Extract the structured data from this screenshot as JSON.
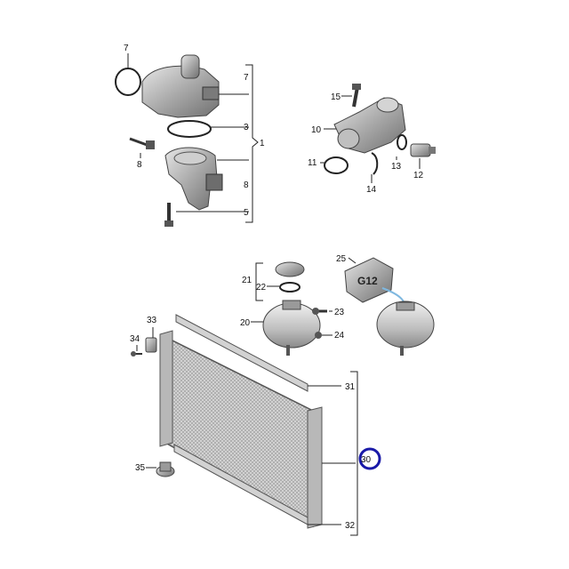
{
  "labels": {
    "l1": "1",
    "l3": "3",
    "l5": "5",
    "l7a": "7",
    "l7b": "7",
    "l8a": "8",
    "l8b": "8",
    "l10": "10",
    "l11": "11",
    "l12": "12",
    "l13": "13",
    "l14": "14",
    "l15": "15",
    "l20": "20",
    "l21": "21",
    "l22": "22",
    "l23": "23",
    "l24": "24",
    "l25": "25",
    "l30": "30",
    "l31": "31",
    "l32": "32",
    "l33": "33",
    "l34": "34",
    "l35": "35"
  },
  "reservoir_cap_text": "G12",
  "highlight_color": "#1a1aa8"
}
